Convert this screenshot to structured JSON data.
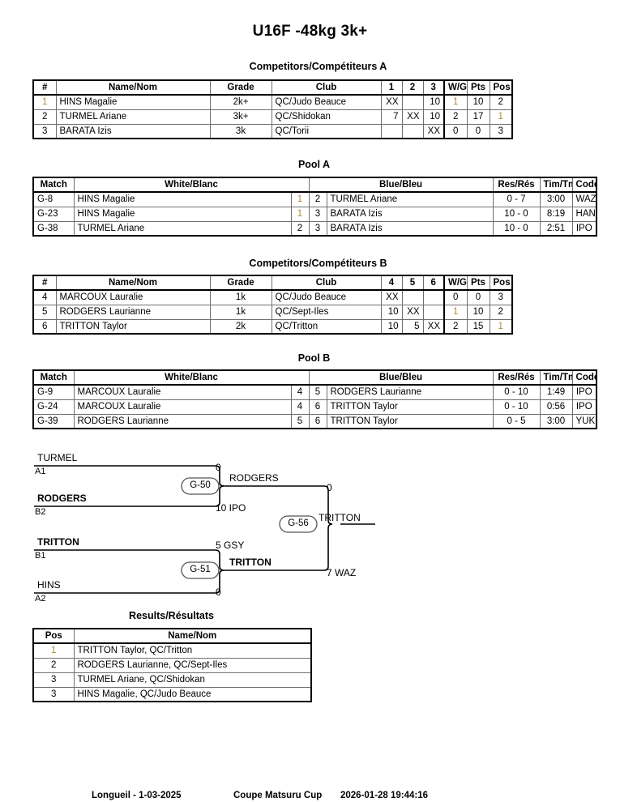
{
  "page_title": "U16F -48kg 3k+",
  "sections": {
    "competitors_a_title": "Competitors/Compétiteurs A",
    "pool_a_title": "Pool A",
    "competitors_b_title": "Competitors/Compétiteurs B",
    "pool_b_title": "Pool B",
    "results_title": "Results/Résultats"
  },
  "competitor_headers": {
    "num": "#",
    "name": "Name/Nom",
    "grade": "Grade",
    "club": "Club",
    "wg": "W/G",
    "pts": "Pts",
    "pos": "Pos"
  },
  "pool_a_competitors": {
    "round_columns": [
      "1",
      "2",
      "3"
    ],
    "rows": [
      {
        "num": "1",
        "name": "HINS Magalie",
        "grade": "2k+",
        "club": "QC/Judo Beauce",
        "cells": [
          "XX",
          "",
          "10"
        ],
        "wg": "1",
        "pts": "10",
        "pos": "2"
      },
      {
        "num": "2",
        "name": "TURMEL Ariane",
        "grade": "3k+",
        "club": "QC/Shidokan",
        "cells": [
          "7",
          "XX",
          "10"
        ],
        "wg": "2",
        "pts": "17",
        "pos": "1"
      },
      {
        "num": "3",
        "name": "BARATA Izis",
        "grade": "3k",
        "club": "QC/Torii",
        "cells": [
          "",
          "",
          "XX"
        ],
        "wg": "0",
        "pts": "0",
        "pos": "3"
      }
    ]
  },
  "pool_b_competitors": {
    "round_columns": [
      "4",
      "5",
      "6"
    ],
    "rows": [
      {
        "num": "4",
        "name": "MARCOUX Lauralie",
        "grade": "1k",
        "club": "QC/Judo Beauce",
        "cells": [
          "XX",
          "",
          ""
        ],
        "wg": "0",
        "pts": "0",
        "pos": "3"
      },
      {
        "num": "5",
        "name": "RODGERS Laurianne",
        "grade": "1k",
        "club": "QC/Sept-Iles",
        "cells": [
          "10",
          "XX",
          ""
        ],
        "wg": "1",
        "pts": "10",
        "pos": "2"
      },
      {
        "num": "6",
        "name": "TRITTON Taylor",
        "grade": "2k",
        "club": "QC/Tritton",
        "cells": [
          "10",
          "5",
          "XX"
        ],
        "wg": "2",
        "pts": "15",
        "pos": "1"
      }
    ]
  },
  "match_headers": {
    "match": "Match",
    "white": "White/Blanc",
    "blue": "Blue/Bleu",
    "result": "Res/Rés",
    "time": "Tim/Tmp",
    "code": "Code"
  },
  "pool_a_matches": [
    {
      "match": "G-8",
      "white": "HINS Magalie",
      "white_bold": false,
      "white_num": "1",
      "blue_num": "2",
      "blue": "TURMEL Ariane",
      "blue_bold": true,
      "result": "0 - 7",
      "time": "3:00",
      "code": "WAZ"
    },
    {
      "match": "G-23",
      "white": "HINS Magalie",
      "white_bold": true,
      "white_num": "1",
      "blue_num": "3",
      "blue": "BARATA Izis",
      "blue_bold": false,
      "result": "10 - 0",
      "time": "8:19",
      "code": "HAN"
    },
    {
      "match": "G-38",
      "white": "TURMEL Ariane",
      "white_bold": true,
      "white_num": "2",
      "blue_num": "3",
      "blue": "BARATA Izis",
      "blue_bold": false,
      "result": "10 - 0",
      "time": "2:51",
      "code": "IPO"
    }
  ],
  "pool_b_matches": [
    {
      "match": "G-9",
      "white": "MARCOUX Lauralie",
      "white_bold": false,
      "white_num": "4",
      "blue_num": "5",
      "blue": "RODGERS Laurianne",
      "blue_bold": true,
      "result": "0 - 10",
      "time": "1:49",
      "code": "IPO"
    },
    {
      "match": "G-24",
      "white": "MARCOUX Lauralie",
      "white_bold": false,
      "white_num": "4",
      "blue_num": "6",
      "blue": "TRITTON Taylor",
      "blue_bold": true,
      "result": "0 - 10",
      "time": "0:56",
      "code": "IPO"
    },
    {
      "match": "G-39",
      "white": "RODGERS Laurianne",
      "white_bold": false,
      "white_num": "5",
      "blue_num": "6",
      "blue": "TRITTON Taylor",
      "blue_bold": true,
      "result": "0 - 5",
      "time": "3:00",
      "code": "YUK"
    }
  ],
  "bracket": {
    "entrants": [
      {
        "name": "TURMEL",
        "bold": false,
        "seed": "A1"
      },
      {
        "name": "RODGERS",
        "bold": true,
        "seed": "B2"
      },
      {
        "name": "TRITTON",
        "bold": true,
        "seed": "B1"
      },
      {
        "name": "HINS",
        "bold": false,
        "seed": "A2"
      }
    ],
    "semifinal_top": {
      "node": "G-50",
      "top_score": "0",
      "bottom_score": "10 IPO",
      "winner": "RODGERS"
    },
    "semifinal_bottom": {
      "node": "G-51",
      "top_score": "5 GSY",
      "bottom_score": "0",
      "winner": "TRITTON"
    },
    "final": {
      "node": "G-56",
      "top_score": "0",
      "bottom_score": "7 WAZ",
      "winner": "TRITTON"
    }
  },
  "results": {
    "headers": {
      "pos": "Pos",
      "name": "Name/Nom"
    },
    "rows": [
      {
        "pos": "1",
        "name": "TRITTON Taylor, QC/Tritton"
      },
      {
        "pos": "2",
        "name": "RODGERS Laurianne, QC/Sept-Iles"
      },
      {
        "pos": "3",
        "name": "TURMEL Ariane, QC/Shidokan"
      },
      {
        "pos": "3",
        "name": "HINS Magalie, QC/Judo Beauce"
      }
    ]
  },
  "footer": {
    "location_date": "Longueil - 1-03-2025",
    "event": "Coupe Matsuru Cup",
    "timestamp": "2026-01-28 19:44:16"
  }
}
